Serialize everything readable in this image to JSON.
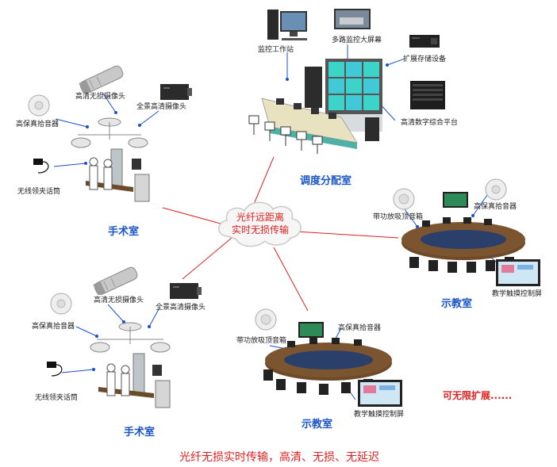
{
  "center": {
    "line1": "光纤远距离",
    "line2": "实时无损传输"
  },
  "dispatch": {
    "title": "调度分配室",
    "monitor_station": "监控工作站",
    "video_wall": "多路监控大屏幕",
    "storage": "扩展存储设备",
    "hd_platform": "高清数字综合平台"
  },
  "or_top": {
    "title": "手术室",
    "hd_camera": "高清无损摄像头",
    "pano_camera": "全景高清摄像头",
    "mic_pickup": "高保真拾音器",
    "lapel_mic": "无线领夹话筒"
  },
  "or_bottom": {
    "title": "手术室",
    "hd_camera": "高清无损摄像头",
    "pano_camera": "全景高清摄像头",
    "mic_pickup": "高保真拾音器",
    "lapel_mic": "无线领夹话筒"
  },
  "class_right": {
    "title": "示教室",
    "ceiling_speaker": "带功放吸顶音箱",
    "mic_pickup": "高保真拾音器",
    "touch_screen": "教学触摸控制屏"
  },
  "class_bottom": {
    "title": "示教室",
    "ceiling_speaker": "带功放吸顶音箱",
    "mic_pickup": "高保真拾音器",
    "touch_screen": "教学触摸控制屏"
  },
  "extend_note": "可无限扩展......",
  "caption": "光纤无损实时传输，高清、无损、无延迟",
  "colors": {
    "accent_red": "#e02020",
    "room_blue": "#1a56c4",
    "callout_blue": "#1b4fd1"
  }
}
